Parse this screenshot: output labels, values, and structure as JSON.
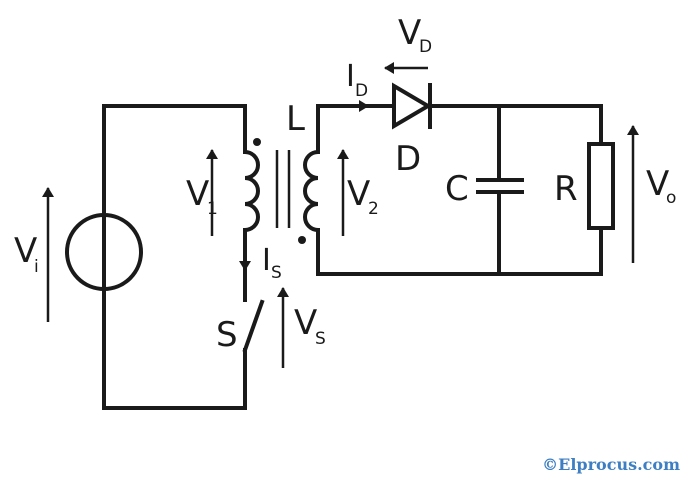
{
  "labels": {
    "vi": "V",
    "vi_sub": "i",
    "v1": "V",
    "v1_sub": "1",
    "v2": "V",
    "v2_sub": "2",
    "vo": "V",
    "vo_sub": "o",
    "vd": "V",
    "vd_sub": "D",
    "id": "I",
    "id_sub": "D",
    "is": "I",
    "is_sub": "S",
    "vs": "V",
    "vs_sub": "S",
    "l": "L",
    "d": "D",
    "c": "C",
    "r": "R",
    "s": "S"
  },
  "credit": "©Elprocus.com"
}
